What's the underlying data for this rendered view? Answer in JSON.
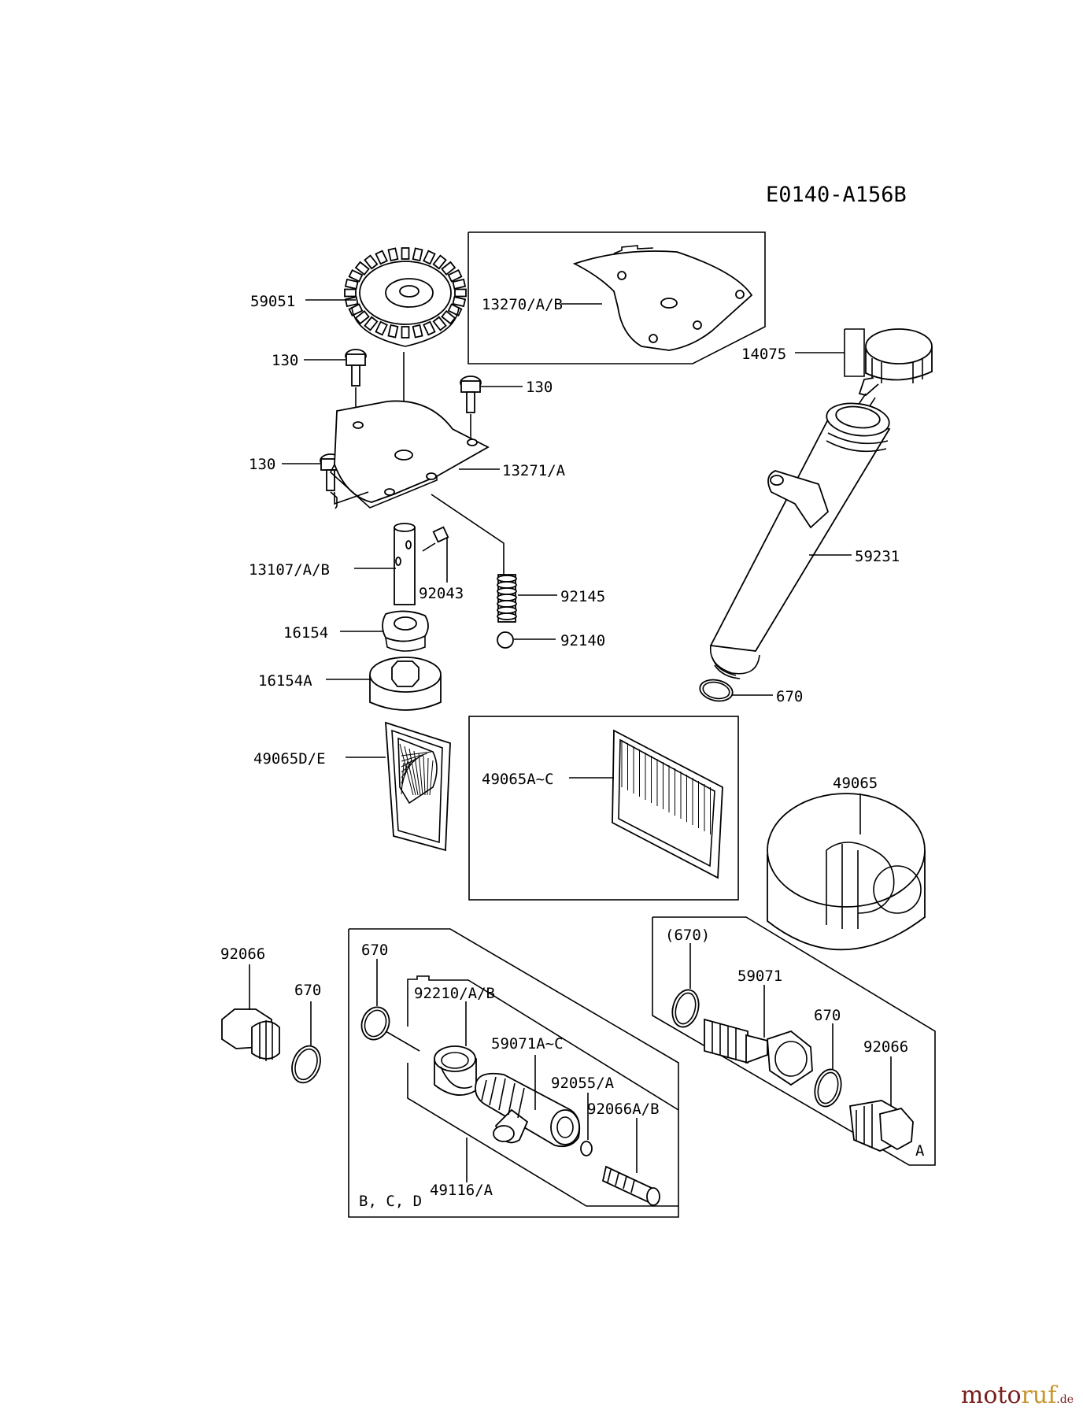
{
  "diagram_code": "E0140-A156B",
  "parts": {
    "gear": "59051",
    "cover_plate": "13270/A/B",
    "dipstick_cap": "14075",
    "bolt_1": "130",
    "bolt_2": "130",
    "bolt_3": "130",
    "pump_cover": "13271/A",
    "shaft": "13107/A/B",
    "pin": "92043",
    "spring": "92145",
    "ball": "92140",
    "inner_rotor": "16154",
    "outer_rotor": "16154A",
    "dipstick_tube": "59231",
    "tube_oring": "670",
    "strainer_small": "49065D/E",
    "strainer_large": "49065A~C",
    "oil_filter": "49065",
    "drain_plug_left": "92066",
    "oring_left": "670",
    "oring_kit": "670",
    "nut": "92210/A/B",
    "fitting": "59071A~C",
    "oring_small": "92055/A",
    "plug_small": "92066A/B",
    "filter_assembly": "49116/A",
    "kit_variants": "B, C, D",
    "oring_optional": "(670)",
    "bolt_fitting": "59071",
    "oring_right": "670",
    "drain_plug_right": "92066",
    "variant_a": "A"
  },
  "watermark": {
    "part_a": "moto",
    "part_b": "ruf",
    "part_c": ".de"
  }
}
